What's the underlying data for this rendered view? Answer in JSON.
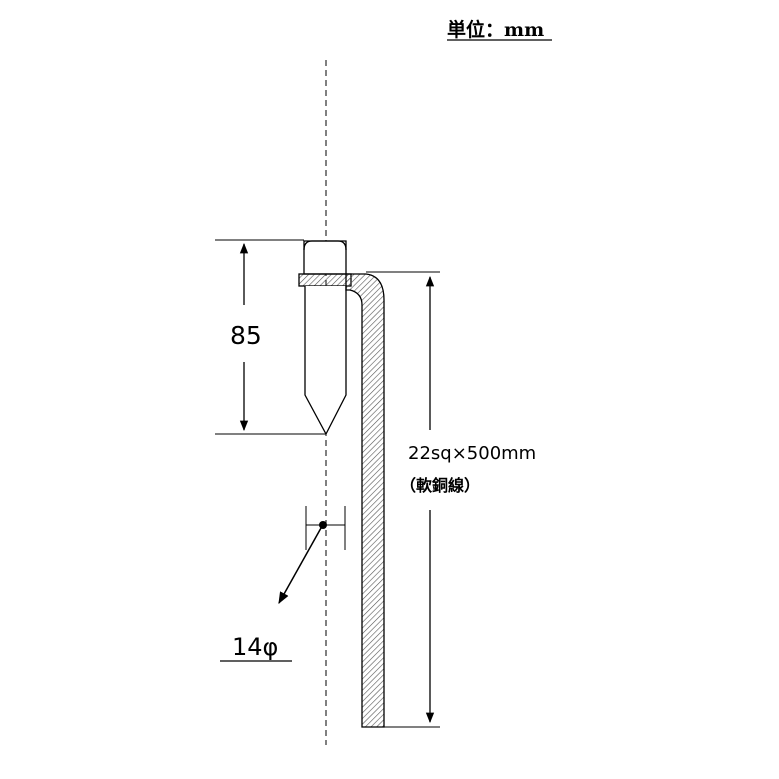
{
  "unit_label": "単位：mm",
  "dimensions": {
    "spike_length": "85",
    "wire_spec": "22sq×500mm",
    "wire_material": "（軟銅線）",
    "diameter": "14φ"
  },
  "colors": {
    "line": "#000000",
    "hatch": "#555555",
    "background": "#ffffff"
  }
}
